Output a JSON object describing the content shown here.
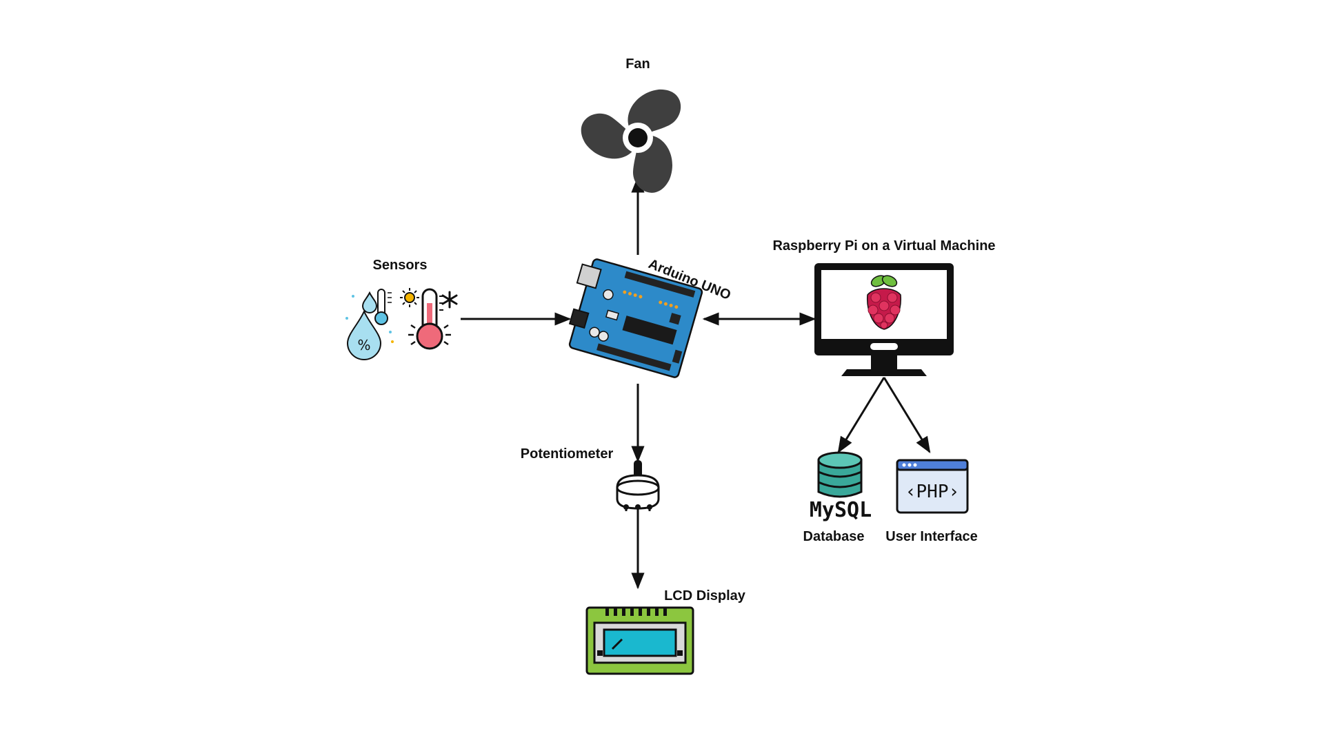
{
  "labels": {
    "fan": "Fan",
    "sensors": "Sensors",
    "arduino": "Arduino UNO",
    "raspberry": "Raspberry Pi on a Virtual Machine",
    "potentiometer": "Potentiometer",
    "lcd": "LCD Display",
    "database": "Database",
    "user_interface": "User Interface",
    "mysql_logo": "MySQL",
    "php_logo": "‹PHP›"
  },
  "icons": {
    "fan": "fan-icon",
    "sensors": "humidity-temperature-sensor-icon",
    "arduino": "arduino-board-icon",
    "raspberry": "monitor-raspberry-pi-icon",
    "potentiometer": "potentiometer-icon",
    "lcd": "lcd-display-icon",
    "database": "mysql-database-icon",
    "user_interface": "php-browser-window-icon"
  },
  "colors": {
    "arrow": "#111111",
    "fan": "#3f3f3f",
    "board": "#2d8ac9",
    "raspberry": "#c51a4a",
    "leaf": "#6fbf3f",
    "db": "#3aa89a",
    "lcd_pcb": "#8cc63f",
    "lcd_screen": "#1ab8cf",
    "php_window": "#dfe9f7"
  }
}
